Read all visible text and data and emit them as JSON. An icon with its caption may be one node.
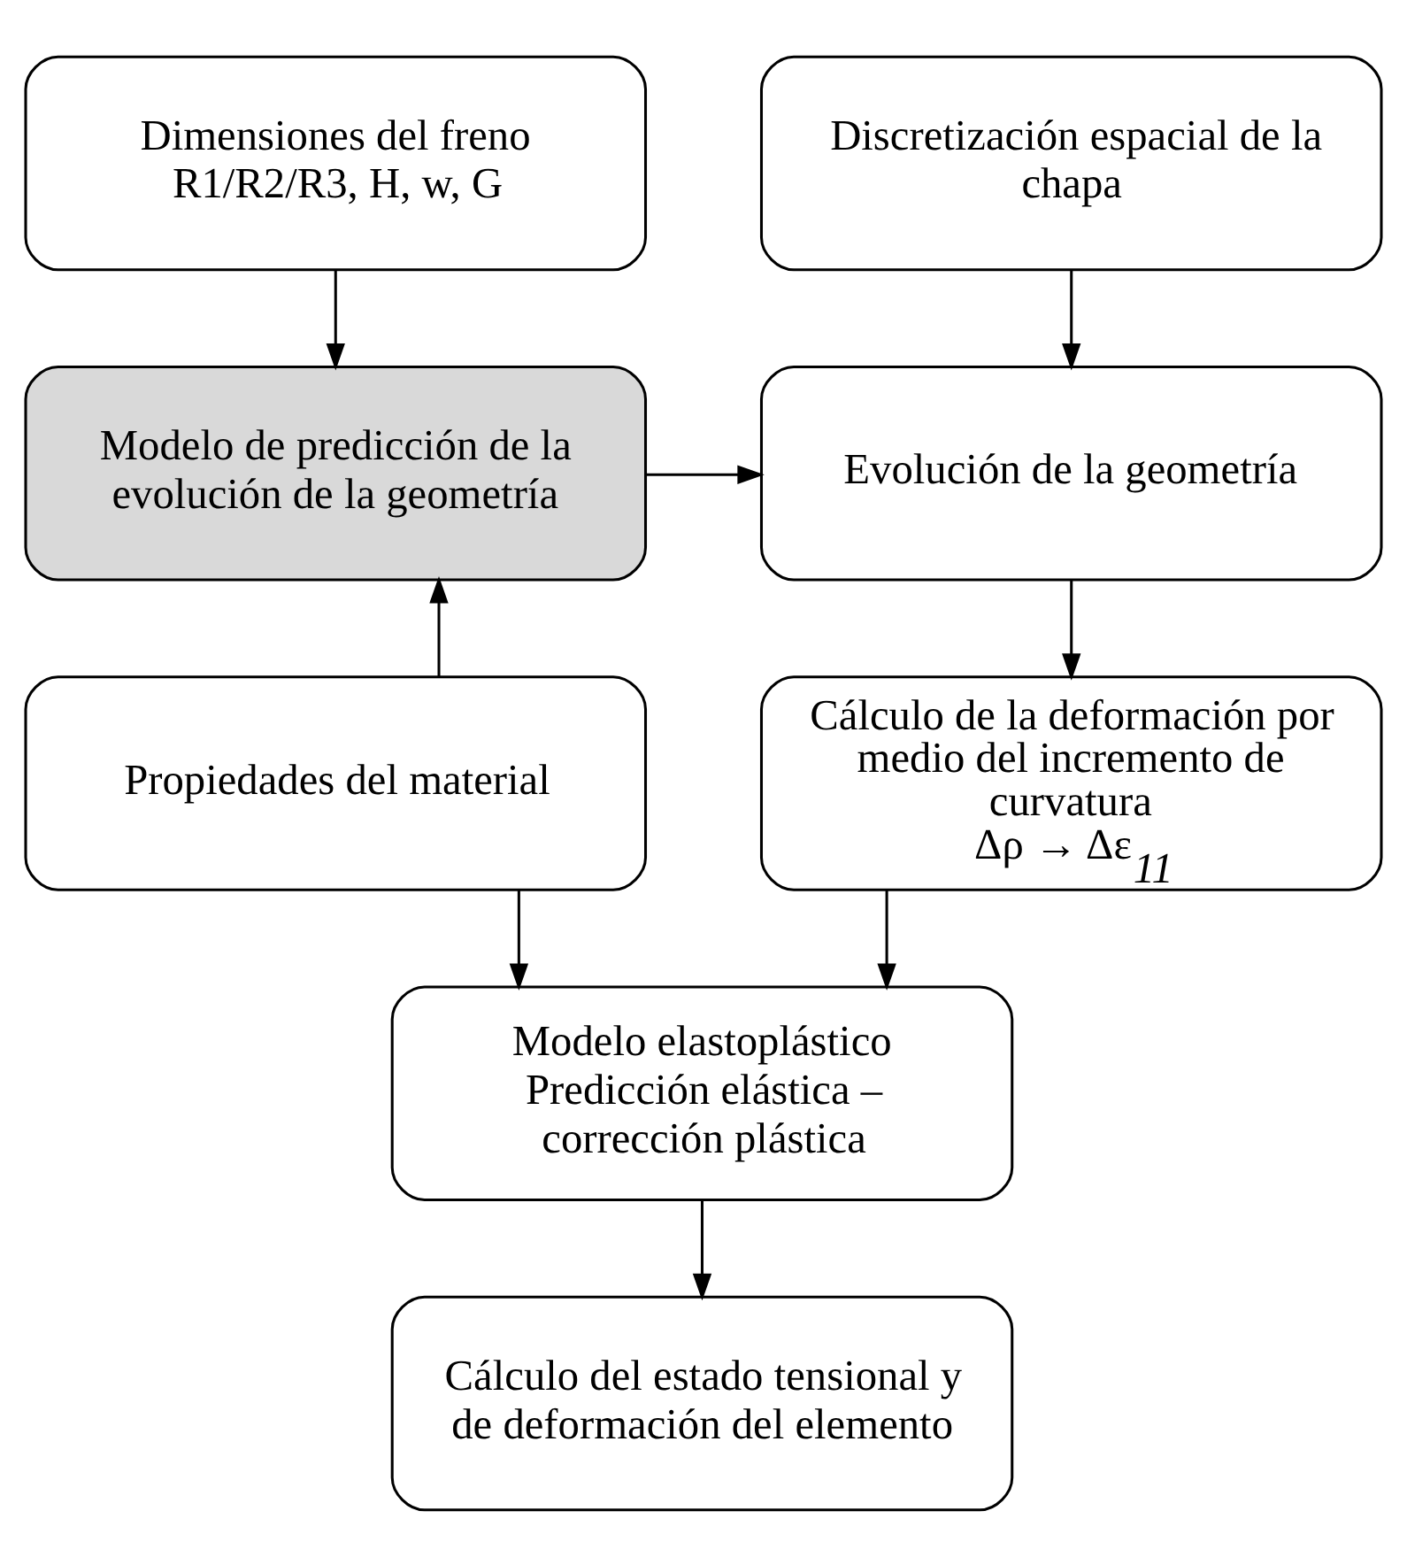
{
  "diagram": {
    "nodes": [
      {
        "text": [
          "Dimensiones del freno R1/R2/R3, H, w, G"
        ]
      },
      {
        "text": [
          "Discretización espacial de la chapa"
        ]
      },
      {
        "text": [
          "Modelo de predicción de la evolución de la geometría"
        ]
      },
      {
        "text": [
          "Evolución de la geometría"
        ]
      },
      {
        "text": [
          "Propiedades del material"
        ]
      },
      {
        "text": [
          "Cálculo de la deformación por medio del incremento de curvatura",
          "Δρ → Δε$_{11}$"
        ]
      },
      {
        "text": [
          "Modelo elastoplástico Predicción elástica – corrección plástica"
        ]
      },
      {
        "text": [
          "Cálculo del estado tensional y de deformación del elemento"
        ]
      }
    ],
    "edges": [
      {
        "from": 0,
        "to": 2,
        "arrow": "to"
      },
      {
        "from": 1,
        "to": 3,
        "arrow": "to"
      },
      {
        "from": 2,
        "to": 3,
        "arrow": "to"
      },
      {
        "from": 4,
        "to": 2,
        "arrow": "to"
      },
      {
        "from": 3,
        "to": 5,
        "arrow": "to"
      },
      {
        "from": 4,
        "to": 6,
        "arrow": "to"
      },
      {
        "from": 5,
        "to": 6,
        "arrow": "to"
      },
      {
        "from": 6,
        "to": 7,
        "arrow": "to"
      }
    ]
  }
}
